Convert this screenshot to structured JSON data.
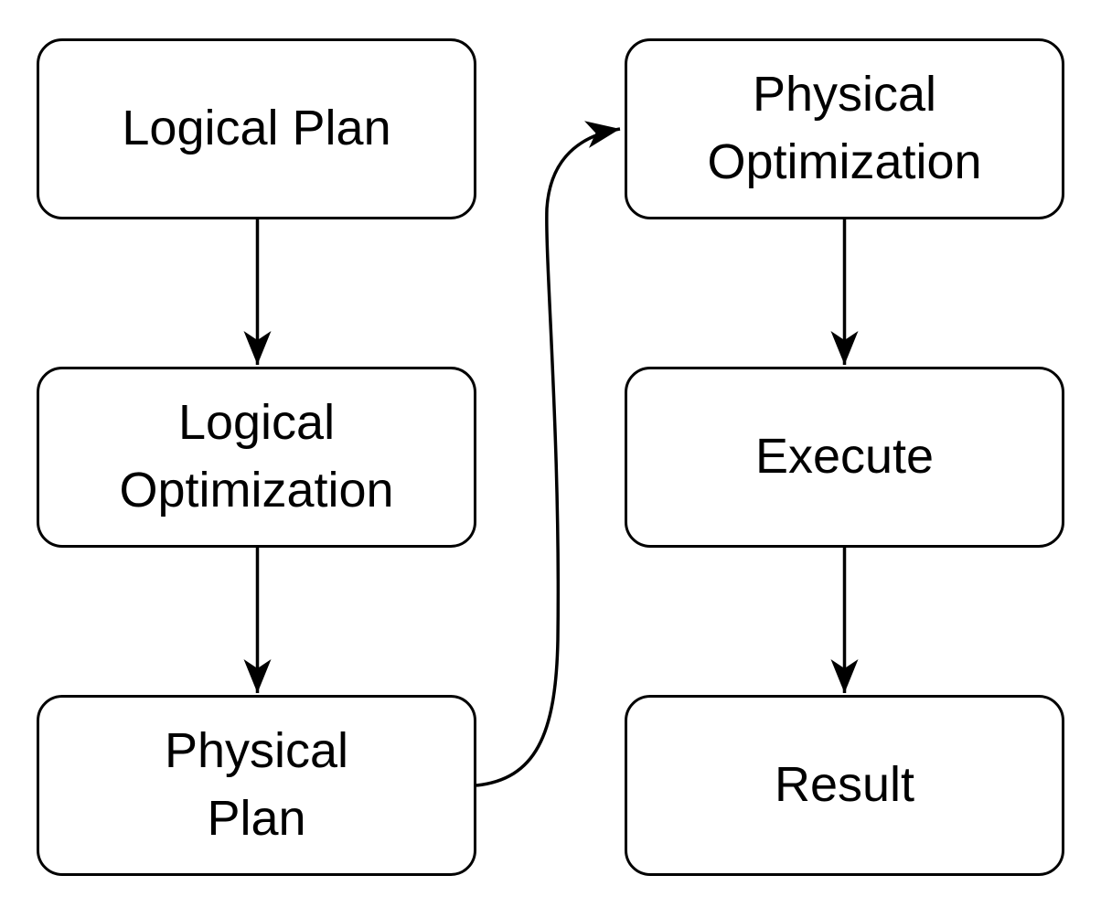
{
  "diagram": {
    "background_color": "#ffffff",
    "node_fill_color": "#ffffff",
    "node_border_color": "#000000",
    "text_color": "#000000",
    "arrow_color": "#000000",
    "nodes": [
      {
        "id": "logical-plan",
        "label": "Logical Plan"
      },
      {
        "id": "logical-optimization",
        "label": "Logical\nOptimization"
      },
      {
        "id": "physical-plan",
        "label": "Physical\nPlan"
      },
      {
        "id": "physical-optimization",
        "label": "Physical\nOptimization"
      },
      {
        "id": "execute",
        "label": "Execute"
      },
      {
        "id": "result",
        "label": "Result"
      }
    ],
    "edges": [
      {
        "from": "logical-plan",
        "to": "logical-optimization",
        "style": "straight"
      },
      {
        "from": "logical-optimization",
        "to": "physical-plan",
        "style": "straight"
      },
      {
        "from": "physical-plan",
        "to": "physical-optimization",
        "style": "curved"
      },
      {
        "from": "physical-optimization",
        "to": "execute",
        "style": "straight"
      },
      {
        "from": "execute",
        "to": "result",
        "style": "straight"
      }
    ]
  }
}
